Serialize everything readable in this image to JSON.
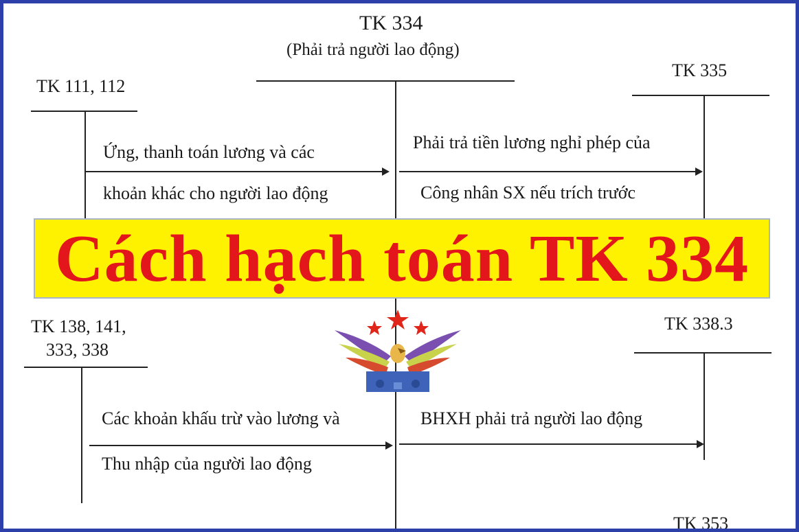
{
  "banner": {
    "title": "Cách hạch toán TK 334"
  },
  "accounts": {
    "center": {
      "name": "TK 334",
      "subtitle": "(Phải trả người lao động)"
    },
    "top_left": "TK 111, 112",
    "top_right": "TK 335",
    "bottom_left_line1": "TK 138, 141,",
    "bottom_left_line2": "333, 338",
    "bottom_right": "TK 338.3",
    "bottom_right_2": "TK 353"
  },
  "entries": {
    "top_left_line1": "Ứng, thanh toán lương và các",
    "top_left_line2": "khoản khác cho người lao động",
    "top_right_line1": "Phải trả tiền lương nghỉ phép của",
    "top_right_line2": "Công nhân SX nếu trích trước",
    "bottom_left_line1": "Các khoản khấu trừ vào lương và",
    "bottom_left_line2": "Thu nhập của người lao động",
    "bottom_right_line1": "BHXH phải trả người lao động"
  },
  "colors": {
    "frame_border": "#2d3fa8",
    "banner_background": "#fef200",
    "banner_text": "#e3161b",
    "line": "#222222"
  },
  "logo": {
    "icon": "winged-eagle-logo-with-three-stars"
  }
}
